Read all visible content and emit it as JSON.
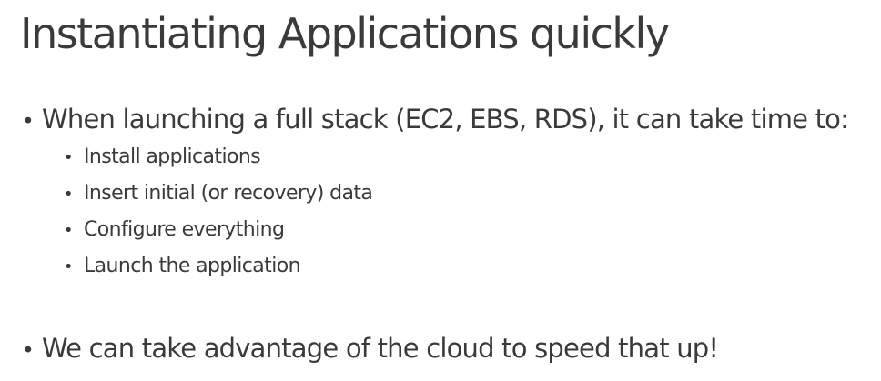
{
  "slide": {
    "title": "Instantiating Applications quickly",
    "bullet_glyph": "•",
    "bullets": [
      {
        "text": "When launching a full stack (EC2, EBS, RDS), it can take time to:",
        "sub_bullets": [
          "Install applications",
          "Insert initial (or recovery) data",
          "Configure everything",
          "Launch the application"
        ]
      },
      {
        "text": "We can take advantage of the cloud to speed that up!"
      }
    ]
  }
}
